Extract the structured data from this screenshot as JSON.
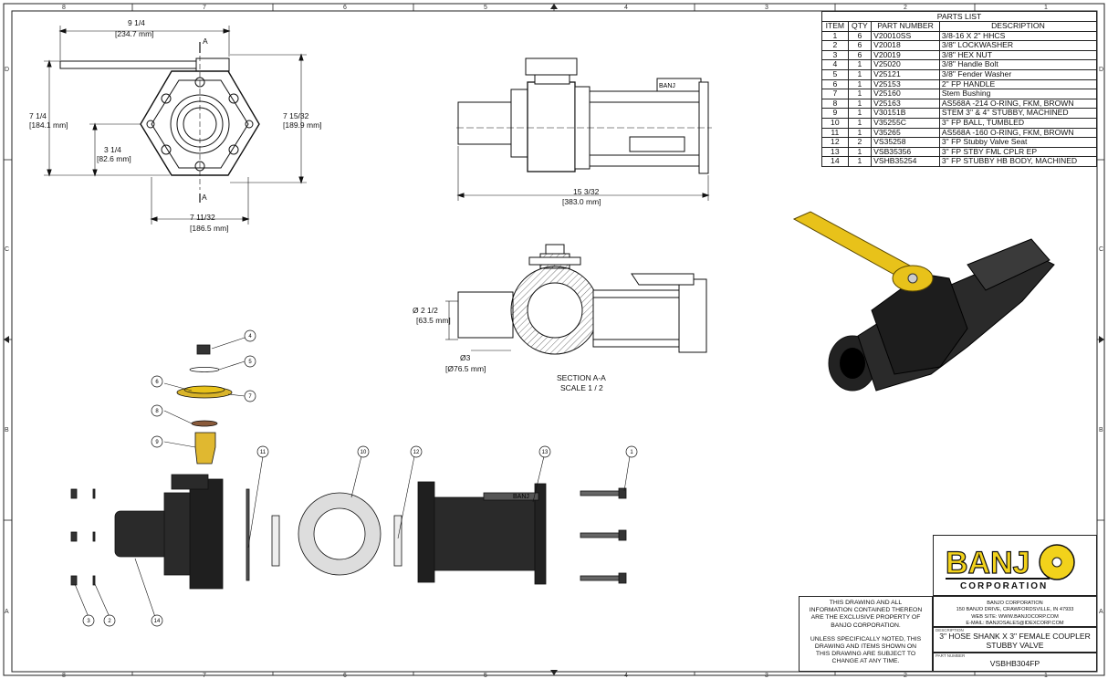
{
  "drawing": {
    "frame_top": [
      "8",
      "7",
      "6",
      "5",
      "4",
      "3",
      "2",
      "1"
    ],
    "frame_side": [
      "D",
      "C",
      "B",
      "A"
    ]
  },
  "dimensions": {
    "overall_width": "9 1/4",
    "overall_width_mm": "[234.7 mm]",
    "height": "7 1/4",
    "height_mm": "[184.1 mm]",
    "center_height": "3 1/4",
    "center_height_mm": "[82.6 mm]",
    "flange_height": "7 15/32",
    "flange_height_mm": "[189.9 mm]",
    "flange_width": "7 11/32",
    "flange_width_mm": "[186.5 mm]",
    "length": "15 3/32",
    "length_mm": "[383.0 mm]",
    "bore": "Ø  2 1/2",
    "bore_mm": "[63.5 mm]",
    "outer": "Ø3",
    "outer_mm": "[Ø76.5 mm]"
  },
  "section": {
    "marker": "A",
    "title": "SECTION A-A",
    "scale": "SCALE 1 / 2"
  },
  "callouts": [
    "4",
    "5",
    "6",
    "7",
    "8",
    "9",
    "11",
    "10",
    "12",
    "13",
    "1",
    "3",
    "2",
    "14"
  ],
  "parts_list": {
    "title": "PARTS LIST",
    "headers": [
      "ITEM",
      "QTY",
      "PART NUMBER",
      "DESCRIPTION"
    ],
    "rows": [
      [
        "1",
        "6",
        "V20010SS",
        "3/8-16 X 2\" HHCS"
      ],
      [
        "2",
        "6",
        "V20018",
        "3/8\" LOCKWASHER"
      ],
      [
        "3",
        "6",
        "V20019",
        "3/8\" HEX NUT"
      ],
      [
        "4",
        "1",
        "V25020",
        "3/8\" Handle Bolt"
      ],
      [
        "5",
        "1",
        "V25121",
        "3/8\" Fender Washer"
      ],
      [
        "6",
        "1",
        "V25153",
        "2\" FP HANDLE"
      ],
      [
        "7",
        "1",
        "V25160",
        "Stem Bushing"
      ],
      [
        "8",
        "1",
        "V25163",
        "AS568A -214 O-RING, FKM, BROWN"
      ],
      [
        "9",
        "1",
        "V30151B",
        "STEM 3\" & 4\" STUBBY, MACHINED"
      ],
      [
        "10",
        "1",
        "V35255C",
        "3\" FP BALL, TUMBLED"
      ],
      [
        "11",
        "1",
        "V35265",
        "AS568A -160 O-RING, FKM, BROWN"
      ],
      [
        "12",
        "2",
        "VS35258",
        "3\" FP Stubby Valve Seat"
      ],
      [
        "13",
        "1",
        "VSB35356",
        "3\" FP STBY FML CPLR EP"
      ],
      [
        "14",
        "1",
        "VSHB35254",
        "3\" FP STUBBY HB BODY, MACHINED"
      ]
    ]
  },
  "logo": {
    "text": "BANJ",
    "subtitle": "CORPORATION"
  },
  "title_block": {
    "proprietary": [
      "THIS DRAWING AND ALL",
      "INFORMATION CONTAINED THEREON",
      "ARE THE EXCLUSIVE PROPERTY OF",
      "BANJO CORPORATION."
    ],
    "notice": [
      "UNLESS SPECIFICALLY NOTED, THIS",
      "DRAWING AND ITEMS SHOWN ON",
      "THIS DRAWING ARE SUBJECT TO",
      "CHANGE AT ANY TIME."
    ],
    "company": [
      "BANJO CORPORATION",
      "150 BANJO DRIVE, CRAWFORDSVILLE, IN 47933",
      "WEB SITE: WWW.BANJOCORP.COM",
      "E-MAIL: BANJOSALES@IDEXCORP.COM"
    ],
    "description_label": "DESCRIPTION",
    "description": [
      "3\" HOSE SHANK X 3\" FEMALE COUPLER",
      "STUBBY VALVE"
    ],
    "part_number_label": "PART NUMBER",
    "part_number": "VSBHB304FP"
  },
  "colors": {
    "handle": "#e8c21a",
    "body": "#2a2a2a",
    "line": "#111111",
    "logo_yellow": "#f2d21b"
  }
}
